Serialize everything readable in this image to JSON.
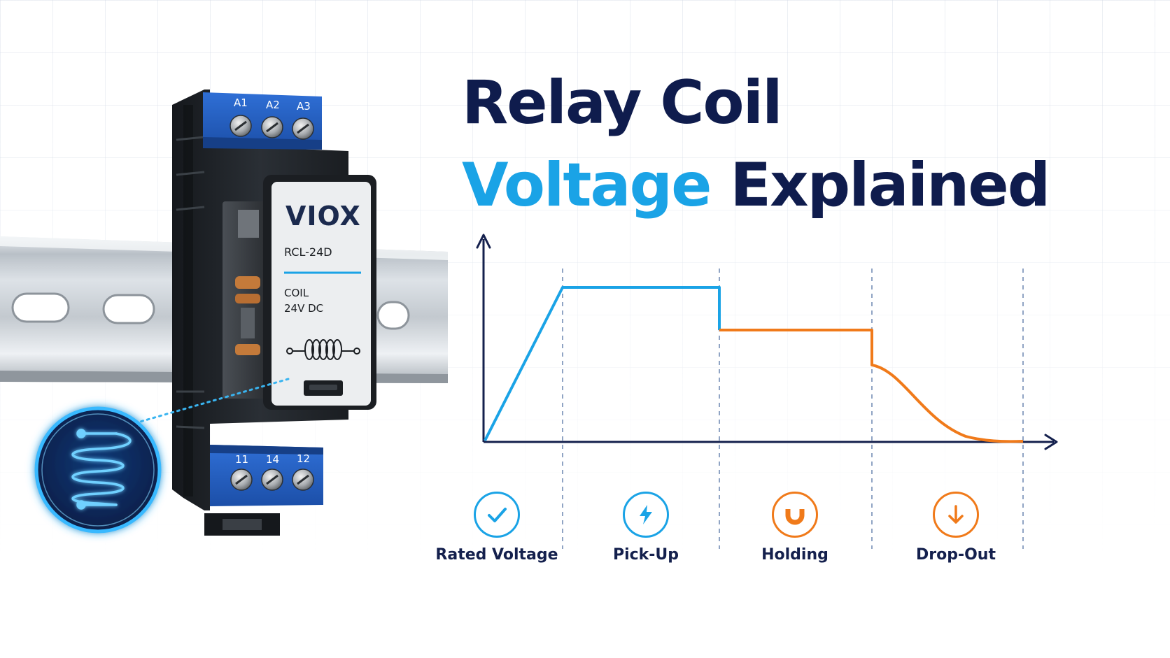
{
  "title": {
    "line1": "Relay Coil",
    "line2_accent": "Voltage",
    "line2_rest": "Explained"
  },
  "relay": {
    "brand": "VIOX",
    "model": "RCL-24D",
    "coil_label": "COIL",
    "coil_voltage": "24V DC",
    "top_terminals": [
      "A1",
      "A2",
      "A3"
    ],
    "bottom_terminals": [
      "11",
      "14",
      "12"
    ]
  },
  "phases": [
    {
      "label": "Rated Voltage",
      "icon": "checkmark-icon",
      "color": "#1aa3e6"
    },
    {
      "label": "Pick-Up",
      "icon": "lightning-icon",
      "color": "#1aa3e6"
    },
    {
      "label": "Holding",
      "icon": "magnet-icon",
      "color": "#f07a1a"
    },
    {
      "label": "Drop-Out",
      "icon": "down-arrow-icon",
      "color": "#f07a1a"
    }
  ],
  "colors": {
    "navy": "#0f1c4d",
    "blue": "#1aa3e6",
    "orange": "#f07a1a"
  }
}
